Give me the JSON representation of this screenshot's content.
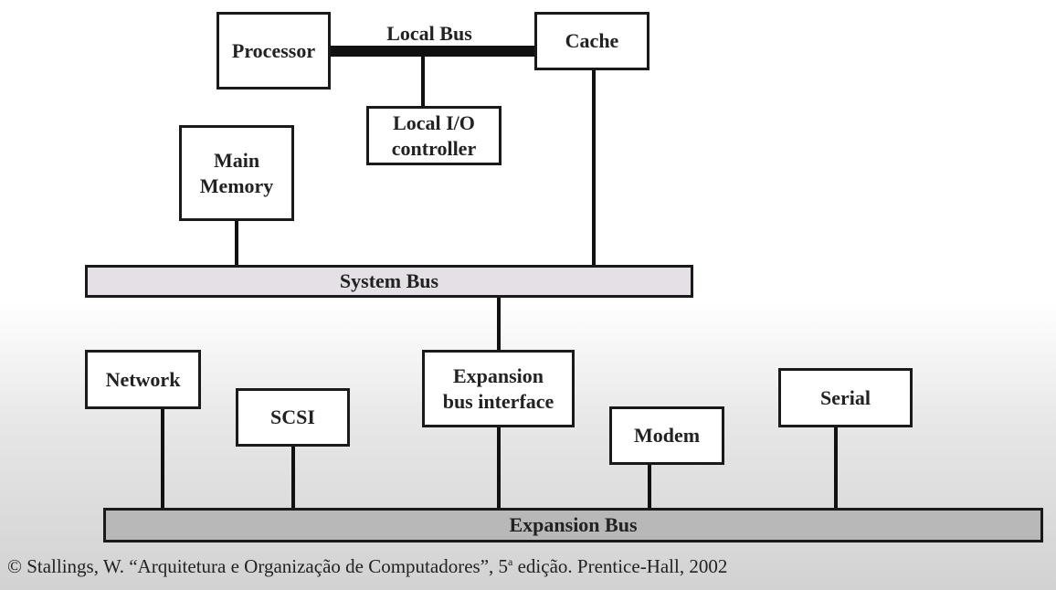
{
  "diagram": {
    "components": {
      "processor": "Processor",
      "cache": "Cache",
      "local_io_controller": "Local I/O\ncontroller",
      "main_memory": "Main\nMemory",
      "network": "Network",
      "scsi": "SCSI",
      "expansion_bus_interface": "Expansion\nbus interface",
      "modem": "Modem",
      "serial": "Serial"
    },
    "buses": {
      "local_bus": "Local Bus",
      "system_bus": "System Bus",
      "expansion_bus": "Expansion Bus"
    }
  },
  "footer": {
    "citation_before": "© Stallings, W. “Arquitetura e Organização de Computadores”, 5",
    "citation_superscript": "a",
    "citation_after": " edição. Prentice-Hall, 2002"
  }
}
